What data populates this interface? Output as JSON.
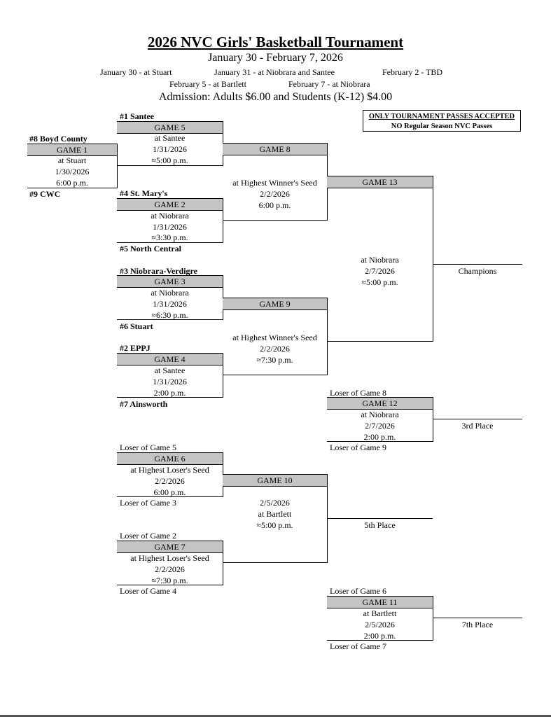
{
  "header": {
    "title": "2026 NVC Girls' Basketball Tournament",
    "subtitle": "January 30 - February 7, 2026",
    "sched1": "January 30 - at Stuart",
    "sched2": "January 31 - at Niobrara and Santee",
    "sched3": "February 2 - TBD",
    "sched4": "February 5 - at Bartlett",
    "sched5": "February 7 - at Niobrara",
    "admission": "Admission:  Adults $6.00 and Students (K-12) $4.00"
  },
  "passes": {
    "line1": "ONLY TOURNAMENT PASSES ACCEPTED",
    "line2": "NO Regular Season NVC Passes"
  },
  "teams": {
    "t1": "#1  Santee",
    "t8": "#8  Boyd County",
    "t9": "#9  CWC",
    "t4": "#4  St. Mary's",
    "t5": "#5  North Central",
    "t3": "#3  Niobrara-Verdigre",
    "t6": "#6  Stuart",
    "t2": "#2  EPPJ",
    "t7": "#7  Ainsworth"
  },
  "games": {
    "g1": {
      "name": "GAME 1",
      "site": "at Stuart",
      "date": "1/30/2026",
      "time": "6:00 p.m."
    },
    "g5": {
      "name": "GAME 5",
      "site": "at Santee",
      "date": "1/31/2026",
      "time": "≈5:00 p.m."
    },
    "g2": {
      "name": "GAME 2",
      "site": "at Niobrara",
      "date": "1/31/2026",
      "time": "≈3:30 p.m."
    },
    "g3": {
      "name": "GAME 3",
      "site": "at Niobrara",
      "date": "1/31/2026",
      "time": "≈6:30 p.m."
    },
    "g4": {
      "name": "GAME 4",
      "site": "at Santee",
      "date": "1/31/2026",
      "time": "2:00 p.m."
    },
    "g8": {
      "name": "GAME 8",
      "site": "at Highest Winner's Seed",
      "date": "2/2/2026",
      "time": "6:00 p.m."
    },
    "g9": {
      "name": "GAME 9",
      "site": "at Highest Winner's Seed",
      "date": "2/2/2026",
      "time": "≈7:30 p.m."
    },
    "g13": {
      "name": "GAME 13",
      "site": "at Niobrara",
      "date": "2/7/2026",
      "time": "≈5:00 p.m."
    },
    "g12": {
      "name": "GAME 12",
      "site": "at Niobrara",
      "date": "2/7/2026",
      "time": "2:00 p.m.",
      "top": "Loser of Game 8",
      "bottom": "Loser of Game 9"
    },
    "g6": {
      "name": "GAME 6",
      "site": "at Highest Loser's Seed",
      "date": "2/2/2026",
      "time": "6:00 p.m.",
      "top": "Loser of Game 5",
      "bottom": "Loser of Game 3"
    },
    "g7": {
      "name": "GAME 7",
      "site": "at Highest Loser's Seed",
      "date": "2/2/2026",
      "time": "≈7:30 p.m.",
      "top": "Loser of Game 2",
      "bottom": "Loser of Game 4"
    },
    "g10": {
      "name": "GAME 10",
      "date": "2/5/2026",
      "site": "at Bartlett",
      "time": "≈5:00 p.m."
    },
    "g11": {
      "name": "GAME 11",
      "site": "at Bartlett",
      "date": "2/5/2026",
      "time": "2:00 p.m.",
      "top": "Loser of Game 6",
      "bottom": "Loser of Game 7"
    }
  },
  "results": {
    "champions": "Champions",
    "third": "3rd Place",
    "fifth": "5th Place",
    "seventh": "7th Place"
  }
}
